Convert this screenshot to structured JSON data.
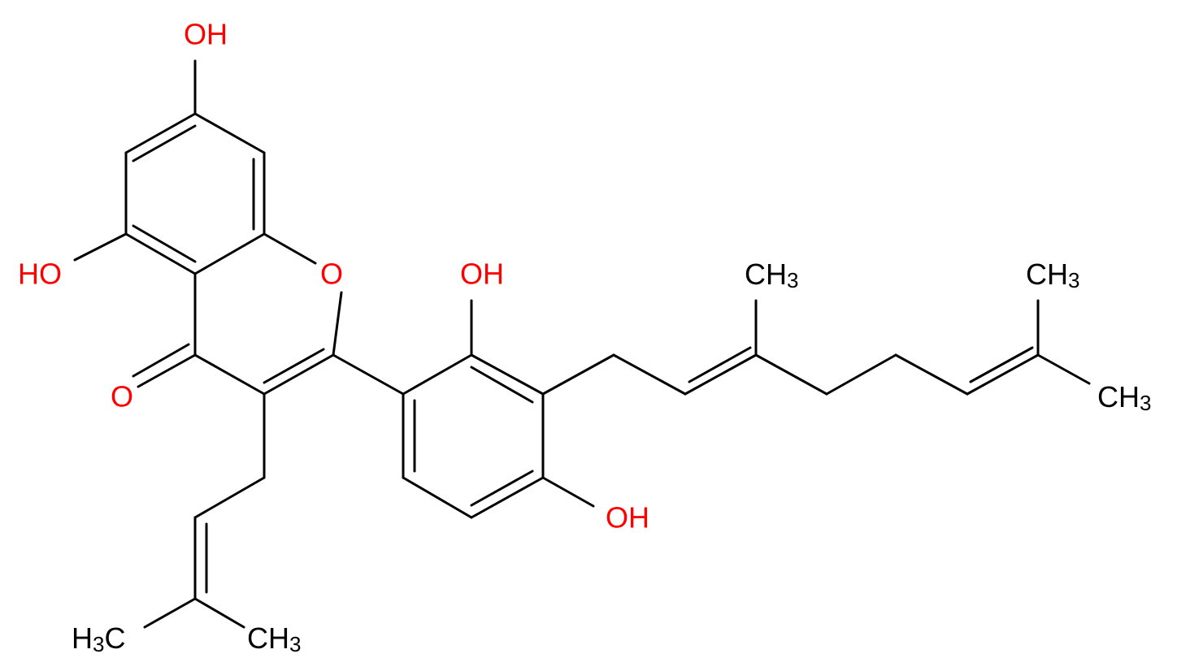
{
  "colors": {
    "bond": "#000000",
    "oxygen": "#ff0000",
    "carbon_label": "#000000"
  },
  "labels": {
    "oh_7": "OH",
    "oh_5": "HO",
    "ring_o": "O",
    "carbonyl_o": "O",
    "oh_2prime": "OH",
    "oh_4prime": "OH",
    "ch3_geranyl_branch": {
      "main": "CH",
      "sub": "3"
    },
    "ch3_geranyl_end_top": {
      "main": "CH",
      "sub": "3"
    },
    "ch3_geranyl_end_bottom": {
      "main": "CH",
      "sub": "3"
    },
    "ch3_prenyl_left": {
      "pre": "H",
      "sub": "3",
      "post": "C"
    },
    "ch3_prenyl_right": {
      "main": "CH",
      "sub": "3"
    }
  }
}
